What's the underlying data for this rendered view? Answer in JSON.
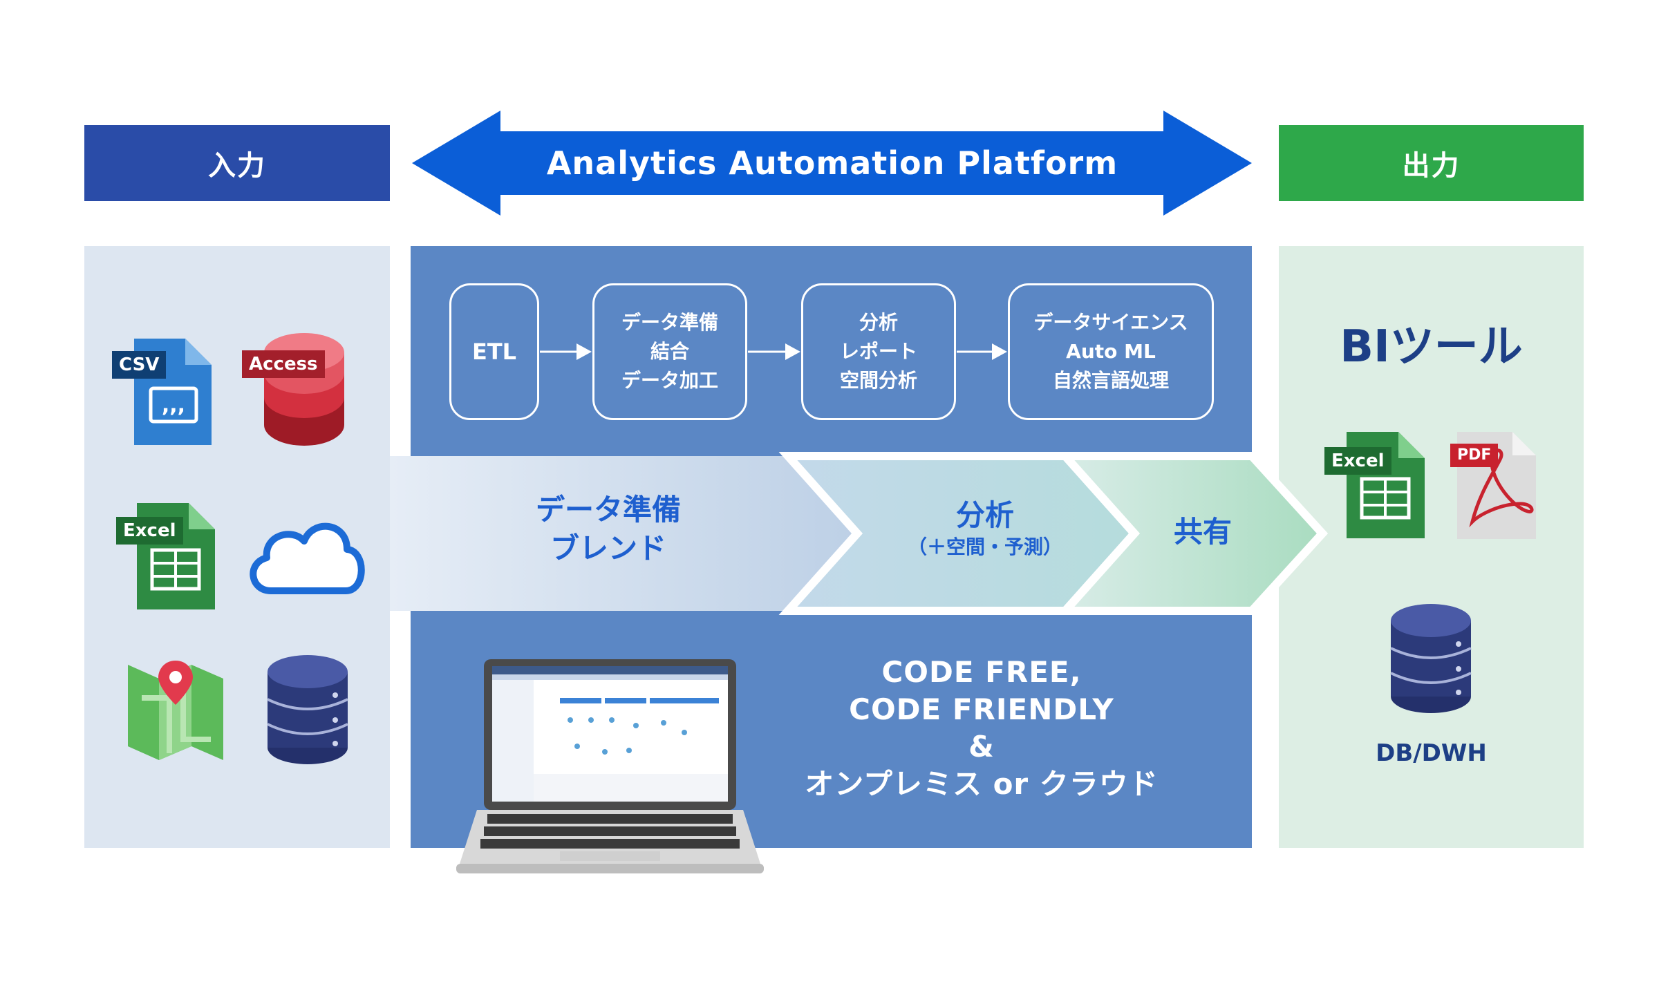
{
  "header": {
    "input_label": "入力",
    "platform_label": "Analytics Automation Platform",
    "output_label": "出力"
  },
  "input_icons": {
    "csv_tag": "CSV",
    "access_tag": "Access",
    "excel_tag": "Excel"
  },
  "process_steps": [
    {
      "lines": [
        "ETL"
      ]
    },
    {
      "lines": [
        "データ準備",
        "結合",
        "データ加工"
      ]
    },
    {
      "lines": [
        "分析",
        "レポート",
        "空間分析"
      ]
    },
    {
      "lines": [
        "データサイエンス",
        "Auto ML",
        "自然言語処理"
      ]
    }
  ],
  "flow": {
    "prep_line1": "データ準備",
    "prep_line2": "ブレンド",
    "analysis_line1": "分析",
    "analysis_line2": "（＋空間・予測）",
    "share": "共有"
  },
  "bottom": {
    "line1": "CODE FREE,",
    "line2": "CODE FRIENDLY",
    "line3": "&",
    "line4": "オンプレミス or クラウド"
  },
  "output": {
    "bi_tool": "BIツール",
    "excel_tag": "Excel",
    "pdf_tag": "PDF",
    "db_label": "DB/DWH"
  },
  "colors": {
    "input_header": "#2a4ca8",
    "platform_arrow": "#0b5ed7",
    "output_header": "#2ea84a",
    "input_panel": "#dde6f1",
    "platform_panel": "#5b87c5",
    "output_panel": "#ddeee4",
    "flow_text": "#1e5fcf",
    "excel_green": "#2e8b43",
    "csv_blue": "#2f7fd0",
    "access_red": "#d3303f",
    "db_navy": "#2c3a7a"
  }
}
